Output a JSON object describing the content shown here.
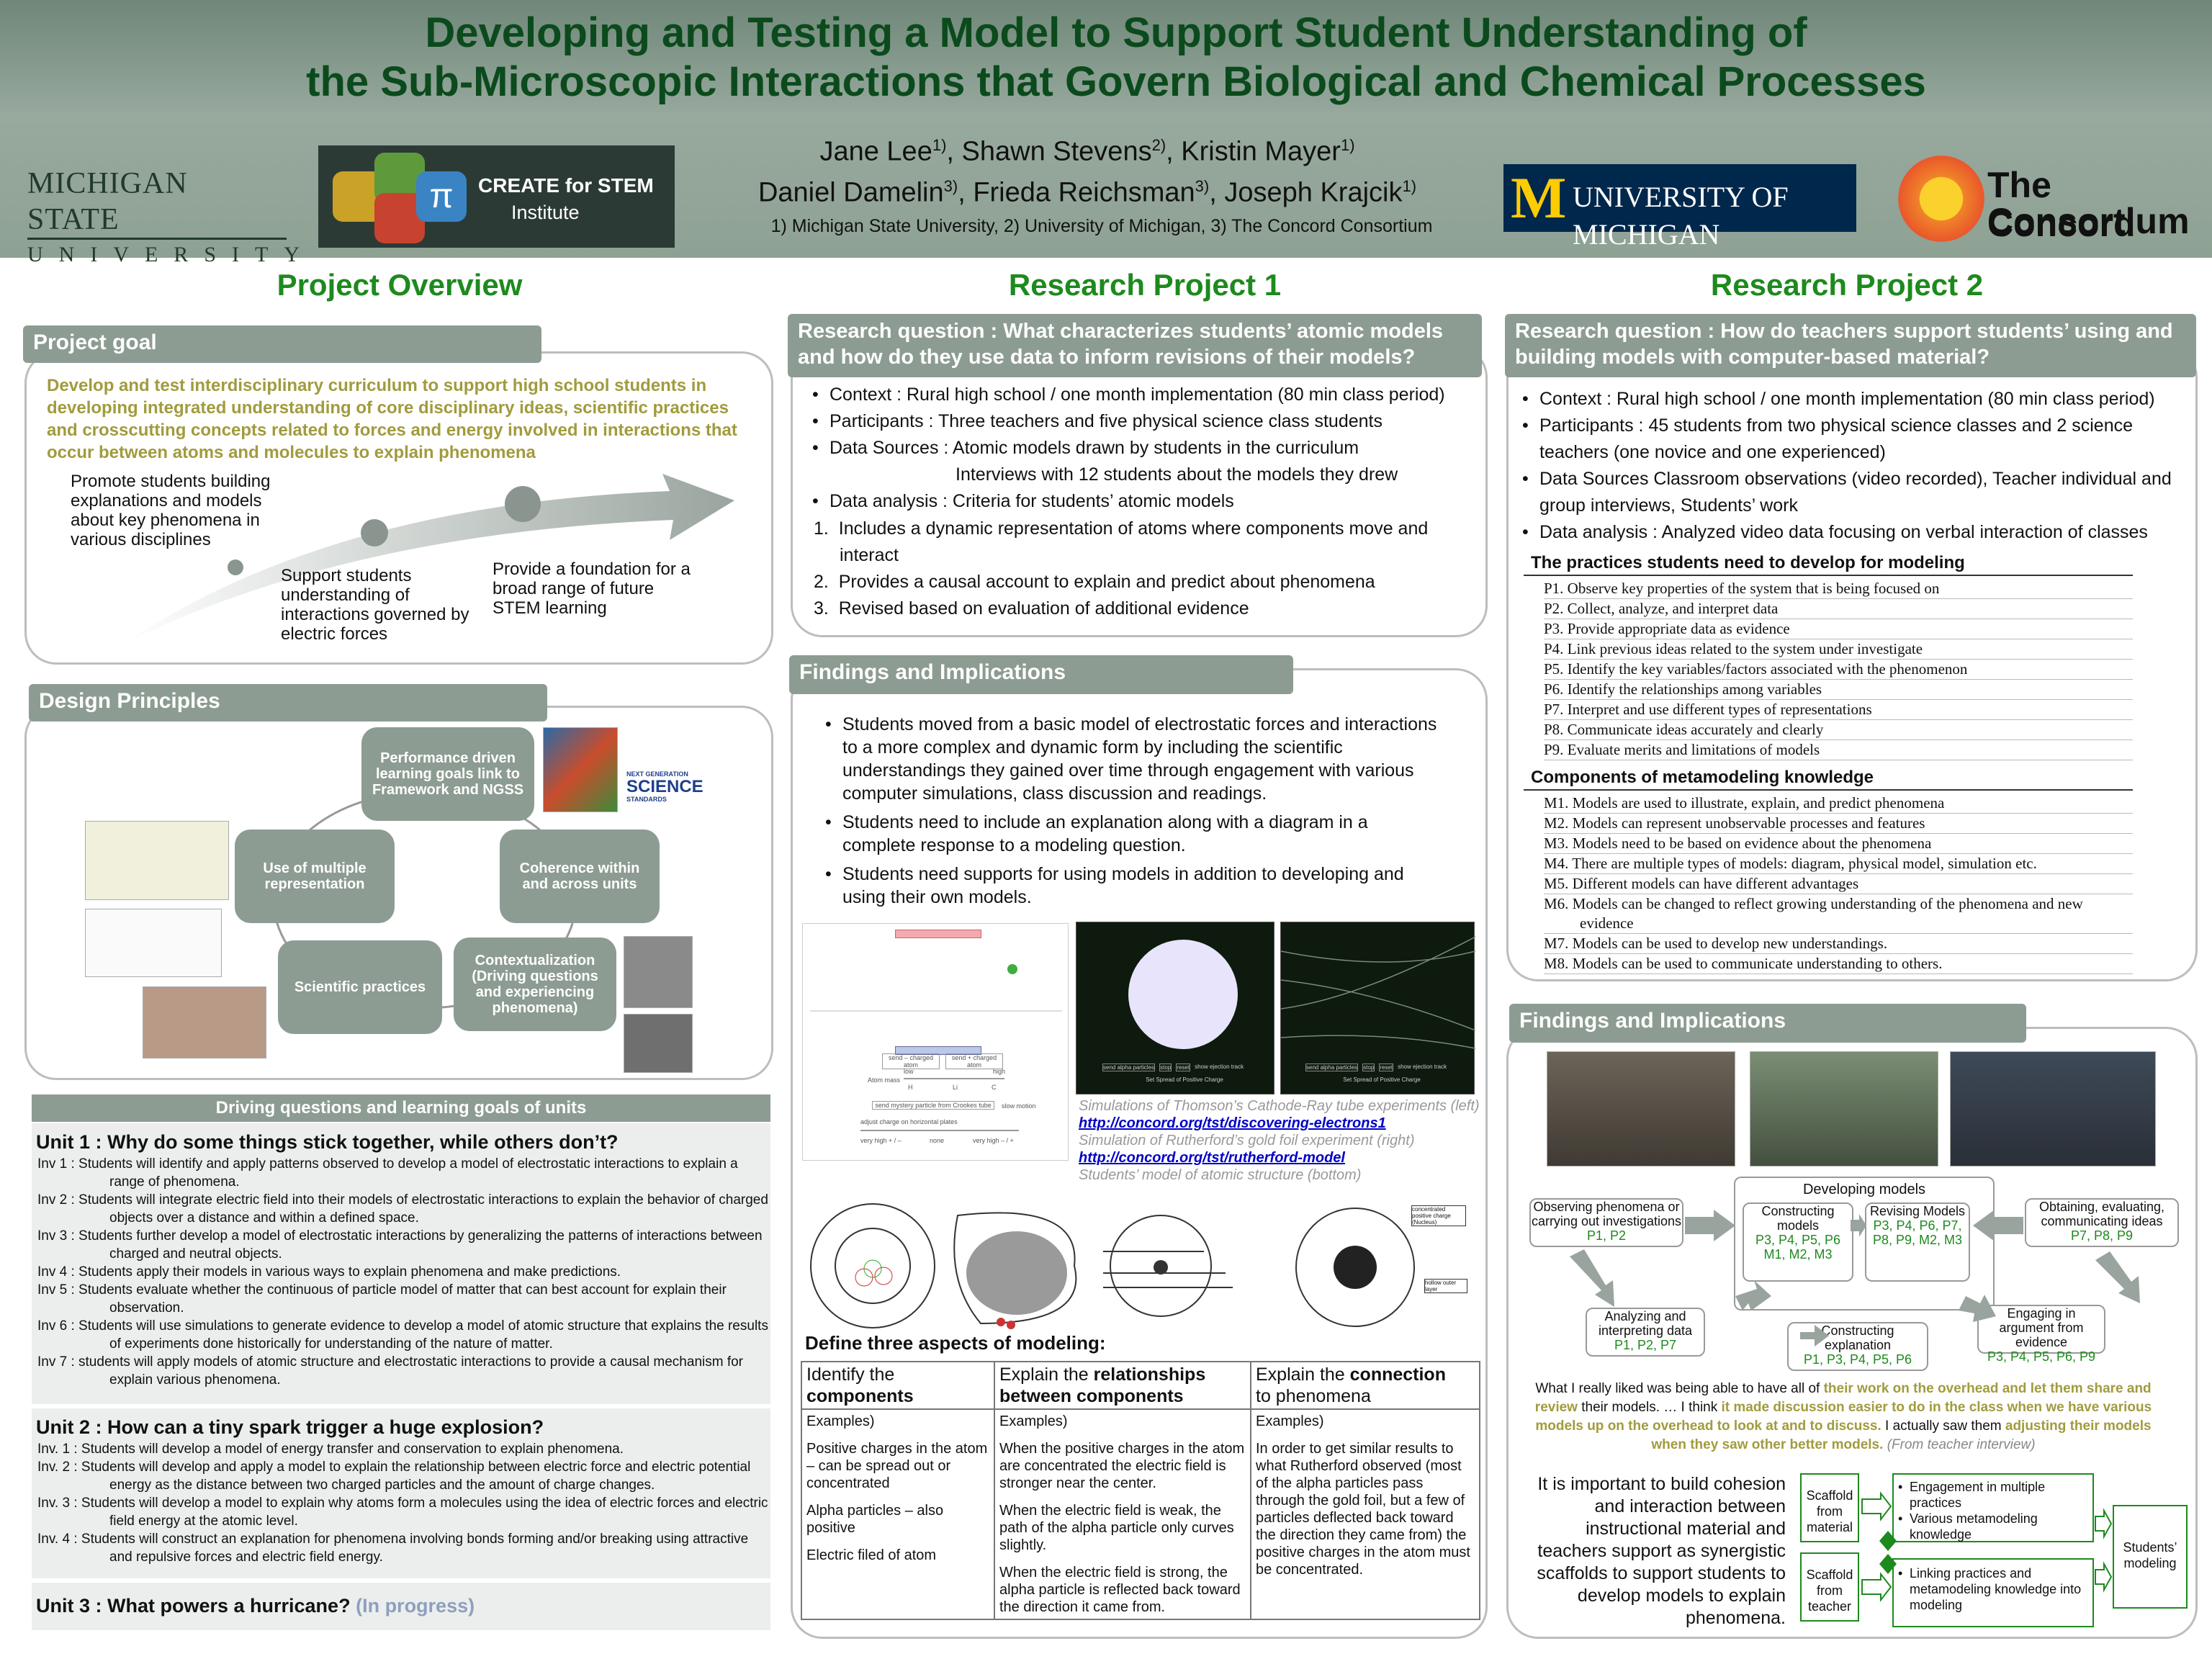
{
  "header": {
    "title_line1": "Developing and Testing a Model to Support Student Understanding of",
    "title_line2": "the Sub-Microscopic Interactions that Govern Biological and Chemical Processes",
    "authors_line1": "Jane Lee1), Shawn Stevens2), Kristin Mayer1)",
    "authors_line2": "Daniel Damelin3),  Frieda Reichsman3), Joseph Krajcik1)",
    "affiliations": "1)   Michigan State University, 2) University of Michigan, 3) The Concord Consortium",
    "logo_msu_1": "MICHIGAN STATE",
    "logo_msu_2": "UNIVERSITY",
    "logo_create_1": "CREATE for STEM",
    "logo_create_2": "Institute",
    "logo_create_pi": "π",
    "logo_umich_m": "M",
    "logo_umich_name": "UNIVERSITY OF MICHIGAN",
    "logo_concord_1": "The Concord",
    "logo_concord_2": "Consortium"
  },
  "overview": {
    "heading": "Project Overview",
    "goal_bar": "Project goal",
    "goal_text": "Develop and test interdisciplinary curriculum to support high school students in developing integrated understanding of core disciplinary ideas, scientific practices and crosscutting concepts related to forces and energy involved in interactions that occur between atoms and molecules to explain phenomena",
    "arrow_1": "Promote students building explanations and models about key phenomena in various disciplines",
    "arrow_2": "Support students understanding of interactions governed by electric forces",
    "arrow_3": "Provide a foundation for a broad range of future STEM learning",
    "design_bar": "Design Principles",
    "node_1": "Performance driven learning goals link to Framework and NGSS",
    "node_2": "Use of multiple representation",
    "node_3": "Coherence within and across units",
    "node_4": "Scientific practices",
    "node_5": "Contextualization (Driving questions and experiencing phenomena)",
    "ngss_1": "NEXT GENERATION",
    "ngss_2": "SCIENCE",
    "ngss_3": "STANDARDS"
  },
  "units": {
    "bar": "Driving questions and learning goals of units",
    "u1_title": "Unit 1 : Why do some things stick together, while others don’t?",
    "u1_inv": [
      "Inv 1 : Students will identify and apply patterns observed to develop a model  of electrostatic interactions to explain a range of phenomena.",
      "Inv 2 : Students will integrate electric field into their models  of electrostatic interactions to explain the behavior of charged objects over a distance and within a defined space.",
      "Inv 3 : Students further develop a model  of electrostatic interactions by generalizing  the patterns of interactions between charged and neutral objects.",
      "Inv 4 : Students apply their models  in various ways to explain phenomena  and make predictions.",
      "Inv 5 : Students evaluate whether the continuous of particle model of matter that can best account for explain their observation.",
      "Inv 6 : Students will use simulations  to generate evidence to develop a model of atomic structure that explains the results of experiments  done historically for understanding  of the nature of matter.",
      "Inv 7 : students will apply models  of atomic structure and electrostatic interactions to provide a causal mechanism  for explain various phenomena."
    ],
    "u2_title": "Unit 2 : How can a tiny spark trigger a huge explosion?",
    "u2_inv": [
      "Inv. 1 : Students will develop a model  of energy transfer and conservation to explain phenomena.",
      "Inv. 2 : Students will develop and apply a model to explain the relationship between electric force and electric potential energy as the distance between two charged particles and the amount  of charge changes.",
      "Inv. 3 : Students will develop a model to explain why atoms form a molecules using the idea of electric forces and electric field energy at the atomic level.",
      "Inv. 4 : Students will construct an explanation for phenomena  involving bonds forming and/or breaking using attractive and repulsive forces and electric field energy."
    ],
    "u3_title": "Unit 3 : What powers a hurricane?",
    "u3_status": "(In progress)"
  },
  "rp1": {
    "heading": "Research Project 1",
    "rq": "Research question : What characterizes students’ atomic models and how do they use data to inform revisions of their models?",
    "bullets": [
      "Context : Rural high school / one month implementation (80 min class period)",
      "Participants : Three teachers and five physical science class students",
      "Data Sources : Atomic models drawn by students in the curriculum",
      "Interviews with 12 students about the models they drew",
      "Data analysis :   Criteria for students’ atomic models"
    ],
    "criteria": [
      "Includes a dynamic representation of atoms where components move and interact",
      "Provides a causal account to explain and predict about phenomena",
      "Revised based on evaluation of additional evidence"
    ],
    "findings_bar": "Findings and Implications",
    "findings": [
      "Students moved from a basic model of electrostatic forces and interactions to a more complex and dynamic form by including the scientific understandings they gained over time through engagement with various computer simulations, class discussion and readings.",
      "Students need to include an explanation along with a diagram in a complete response to a modeling question.",
      "Students need supports for using models in addition to developing and using their own models."
    ],
    "cap_1": "Simulations of Thomson’s Cathode-Ray tube experiments (left)",
    "link_1": "http://concord.org/tst/discovering-electrons1",
    "cap_2": "Simulation of Rutherford’s gold foil experiment (right)",
    "link_2": "http://concord.org/tst/rutherford-model",
    "cap_3": "Students’ model of atomic structure (bottom)",
    "sim_btn_1": "send – charged atom",
    "sim_btn_2": "send + charged atom",
    "sim_mass": "Atom mass",
    "sim_low": "low",
    "sim_high": "high",
    "sim_h": "H",
    "sim_li": "Li",
    "sim_c": "C",
    "sim_cr": "send mystery particle from Crookes tube",
    "sim_slow": "slow motion",
    "sim_adjust": "adjust charge on horizontal plates",
    "sim_vh1": "very high + / –",
    "sim_none": "none",
    "sim_vh2": "very high – / +",
    "sim_spread": "Set Spread of Positive Charge",
    "sim_show": "show ejection track",
    "sim_send": "send alpha particles",
    "sim_stop": "stop",
    "sim_reset": "reset",
    "note_1": "concentrated positive charge (Nucleus)",
    "note_2": "hollow outer layer",
    "define_title": "Define three aspects of modeling:",
    "table": {
      "h1": "Identify the",
      "h1b": "components",
      "h2a": "Explain the ",
      "h2b": "relationships between components",
      "h3a": "Explain the ",
      "h3b": "connection",
      "h3c": "to phenomena",
      "ex": "Examples)",
      "c1": [
        "Positive charges in the atom – can be spread out or concentrated",
        "Alpha particles – also positive",
        "Electric filed of atom"
      ],
      "c2": [
        "When the positive charges in the atom are concentrated the electric field is stronger near the center.",
        "When the electric field is weak, the path of the alpha particle only curves slightly.",
        "When the electric field is strong, the alpha particle is reflected back toward the direction it came from."
      ],
      "c3": [
        "In order to get similar results to what Rutherford observed (most of the alpha particles pass through the gold foil, but a few of particles deflected back toward the direction they came from) the positive charges in the atom must be concentrated."
      ]
    }
  },
  "rp2": {
    "heading": "Research Project 2",
    "rq": "Research question : How do teachers support students’ using and building models with computer-based material?",
    "bullets": [
      "Context : Rural high school / one month implementation (80 min class period)",
      "Participants : 45 students from two physical science classes and 2 science teachers (one novice and one experienced)",
      "Data Sources Classroom observations (video recorded), Teacher individual and group interviews, Students’ work",
      "Data analysis : Analyzed video data focusing on verbal interaction of classes"
    ],
    "practices_title": "The practices students need to develop for modeling",
    "practices": [
      "P1. Observe key properties of the system that is being focused on",
      "P2. Collect, analyze, and interpret data",
      "P3. Provide appropriate data as evidence",
      "P4. Link previous ideas related to the system under investigate",
      "P5. Identify the key variables/factors associated with the phenomenon",
      "P6. Identify the relationships among variables",
      "P7. Interpret and use different types of representations",
      "P8. Communicate ideas accurately and clearly",
      "P9. Evaluate merits and limitations of models"
    ],
    "meta_title": "Components of metamodeling knowledge",
    "meta": [
      "M1. Models are used to illustrate, explain, and predict phenomena",
      "M2. Models can represent unobservable processes and features",
      "M3. Models need to be based on evidence about the phenomena",
      "M4. There are multiple types of models: diagram, physical model, simulation etc.",
      "M5. Different models can have different advantages",
      "M6. Models can be changed to reflect growing understanding of the phenomena and new evidence",
      "M7. Models can be used to develop new understandings.",
      "M8. Models can be used to communicate understanding to others."
    ],
    "findings_bar": "Findings and Implications",
    "flow": {
      "developing": "Developing models",
      "observing": "Observing phenomena or carrying out investigations",
      "observing_p": "P1, P2",
      "constructing": "Constructing models",
      "constructing_p": "P3, P4, P5, P6 M1, M2, M3",
      "revising": "Revising Models",
      "revising_p": "P3, P4, P6, P7, P8, P9, M2, M3",
      "obtaining": "Obtaining, evaluating, communicating ideas",
      "obtaining_p": "P7, P8, P9",
      "analyzing": "Analyzing and interpreting data",
      "analyzing_p": "P1, P2, P7",
      "explanation": "Constructing explanation",
      "explanation_p": "P1, P3, P4, P5, P6",
      "argument": "Engaging in argument from evidence",
      "argument_p": "P3, P4, P5, P6, P9"
    },
    "quote_1": "What I really liked was being able to have all of ",
    "quote_2": "their work on the overhead and let them share and review",
    "quote_3": " their models. … I think ",
    "quote_4": "it made discussion easier to do in the class when we have various models up on the overhead to look at and to discuss.",
    "quote_5": " I actually saw them ",
    "quote_6": "adjusting their models when they saw other better models.",
    "quote_7": "   (From teacher interview)",
    "scaffold_text": "It is important to build cohesion and interaction between instructional material and teachers support as synergistic scaffolds to support students to develop models to explain phenomena.",
    "scaffold_material": "Scaffold from material",
    "scaffold_teacher": "Scaffold from teacher",
    "sb_1a": "Engagement in multiple practices",
    "sb_1b": "Various metamodeling knowledge",
    "sb_2": "Linking practices and metamodeling knowledge into modeling",
    "students_modeling": "Students’ modeling"
  }
}
